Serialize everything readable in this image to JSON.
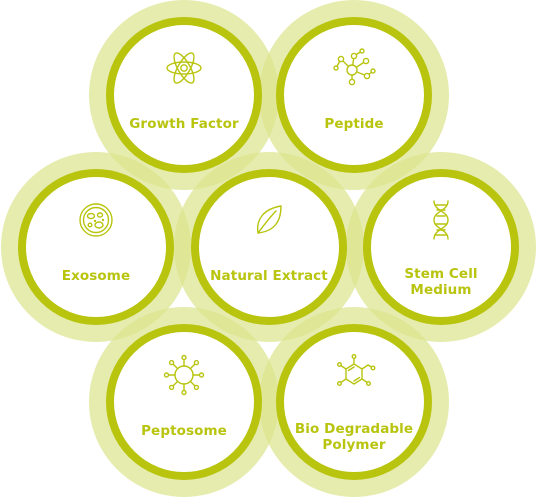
{
  "colors": {
    "halo": "#dde58f",
    "ring": "#b8c40e",
    "inner": "#ffffff",
    "text": "#b8c40e"
  },
  "nodes": [
    {
      "id": "growth-factor",
      "label": "Growth Factor",
      "icon": "atom-flower-icon"
    },
    {
      "id": "peptide",
      "label": "Peptide",
      "icon": "molecule-network-icon"
    },
    {
      "id": "exosome",
      "label": "Exosome",
      "icon": "cell-vesicle-icon"
    },
    {
      "id": "natural-extract",
      "label": "Natural Extract",
      "icon": "leaf-icon"
    },
    {
      "id": "stem-cell-medium",
      "label": "Stem Cell\nMedium",
      "icon": "dna-icon"
    },
    {
      "id": "peptosome",
      "label": "Peptosome",
      "icon": "virus-sphere-icon"
    },
    {
      "id": "bio-degradable-polymer",
      "label": "Bio Degradable\nPolymer",
      "icon": "chemical-ring-icon"
    }
  ]
}
